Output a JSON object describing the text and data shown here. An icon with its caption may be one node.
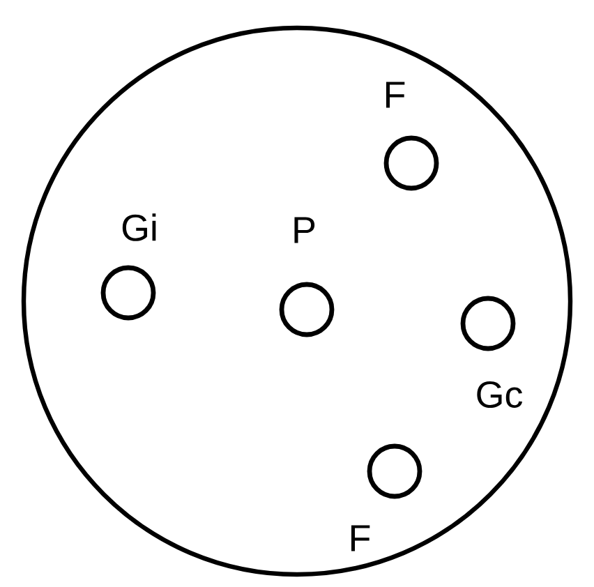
{
  "diagram": {
    "nodes": [
      {
        "text": [],
        "shape": "circle"
      },
      {
        "text": [
          "F"
        ],
        "in": 0
      },
      {
        "text": [
          "Gi"
        ],
        "in": 0
      },
      {
        "text": [
          "P"
        ],
        "in": 0
      },
      {
        "text": [
          "Gc"
        ],
        "in": 0
      },
      {
        "text": [
          "F"
        ],
        "in": 0
      }
    ]
  }
}
